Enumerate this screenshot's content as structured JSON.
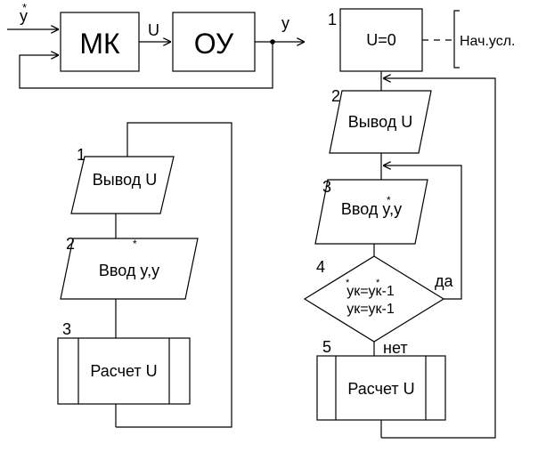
{
  "control_loop": {
    "input_label": "y",
    "controller_label": "МК",
    "signal_label": "U",
    "plant_label": "ОУ",
    "output_label": "y"
  },
  "left_chart": {
    "blocks": [
      {
        "number": "1",
        "text": "Вывод U"
      },
      {
        "number": "2",
        "text": "Ввод y,y"
      },
      {
        "number": "3",
        "text": "Расчет U"
      }
    ]
  },
  "right_chart": {
    "blocks": [
      {
        "number": "1",
        "text": "U=0"
      },
      {
        "number": "2",
        "text": "Вывод U"
      },
      {
        "number": "3",
        "text": "Ввод y,y"
      },
      {
        "number": "4",
        "line1": "yк=yк-1",
        "line2": "yк=yк-1"
      },
      {
        "number": "5",
        "text": "Расчет U"
      }
    ],
    "annotation": "Нач.усл.",
    "yes_label": "да",
    "no_label": "нет"
  }
}
